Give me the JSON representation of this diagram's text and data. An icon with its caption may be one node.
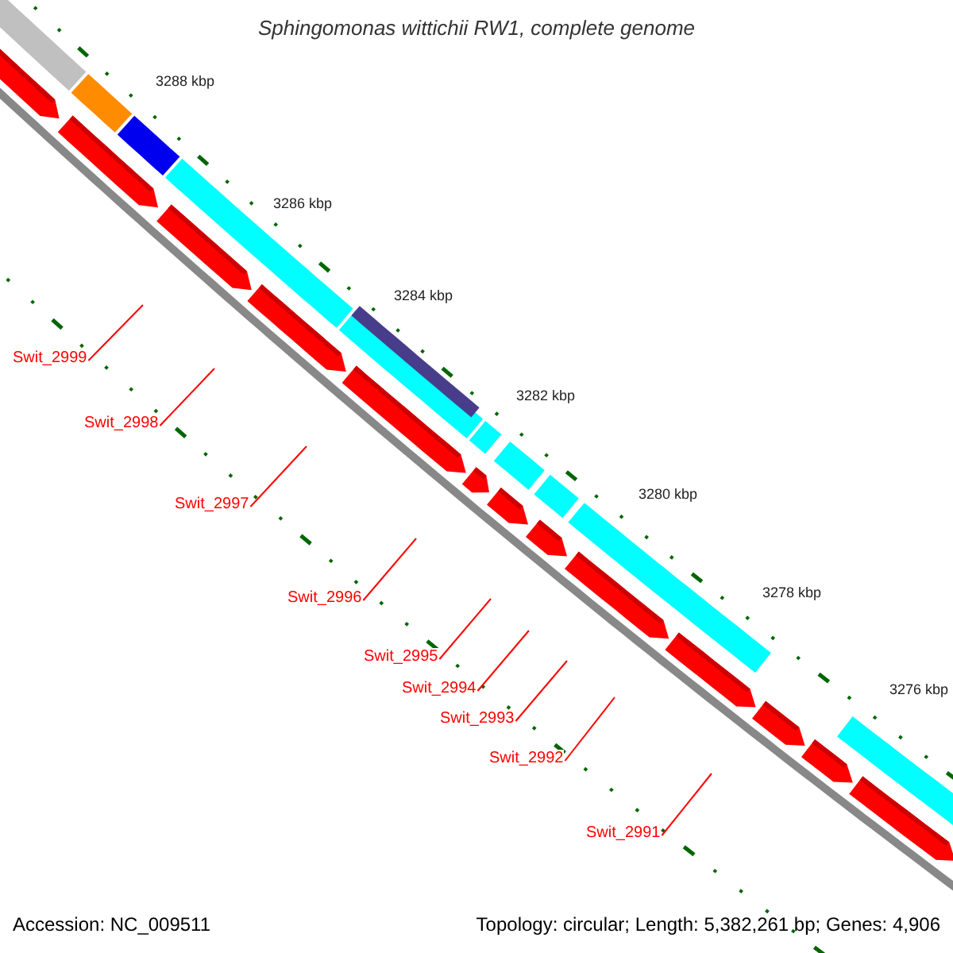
{
  "diagram": {
    "title": "Sphingomonas wittichii RW1, complete genome",
    "nodes": [
      {
        "text": [
          "Swit_2999"
        ]
      },
      {
        "text": [
          "Swit_2998"
        ]
      },
      {
        "text": [
          "Swit_2997"
        ]
      },
      {
        "text": [
          "Swit_2996"
        ]
      },
      {
        "text": [
          "Swit_2995"
        ]
      },
      {
        "text": [
          "Swit_2994"
        ]
      },
      {
        "text": [
          "Swit_2993"
        ]
      },
      {
        "text": [
          "Swit_2992"
        ]
      },
      {
        "text": [
          "Swit_2991"
        ]
      }
    ],
    "edges": [
      {
        "from": 0,
        "to": null,
        "arrow": "none"
      },
      {
        "from": 1,
        "to": null,
        "arrow": "none"
      },
      {
        "from": 2,
        "to": null,
        "arrow": "none"
      },
      {
        "from": 3,
        "to": null,
        "arrow": "none"
      },
      {
        "from": 4,
        "to": null,
        "arrow": "none"
      },
      {
        "from": 5,
        "to": null,
        "arrow": "none"
      },
      {
        "from": 6,
        "to": null,
        "arrow": "none"
      },
      {
        "from": 7,
        "to": null,
        "arrow": "none"
      },
      {
        "from": 8,
        "to": null,
        "arrow": "none"
      }
    ],
    "labels": [
      "3288 kbp",
      "3286 kbp",
      "3284 kbp",
      "3282 kbp",
      "3280 kbp",
      "3278 kbp",
      "3276 kbp",
      "Accession: NC_009511",
      "Topology: circular; Length: 5,382,261 bp; Genes: 4,906"
    ]
  }
}
